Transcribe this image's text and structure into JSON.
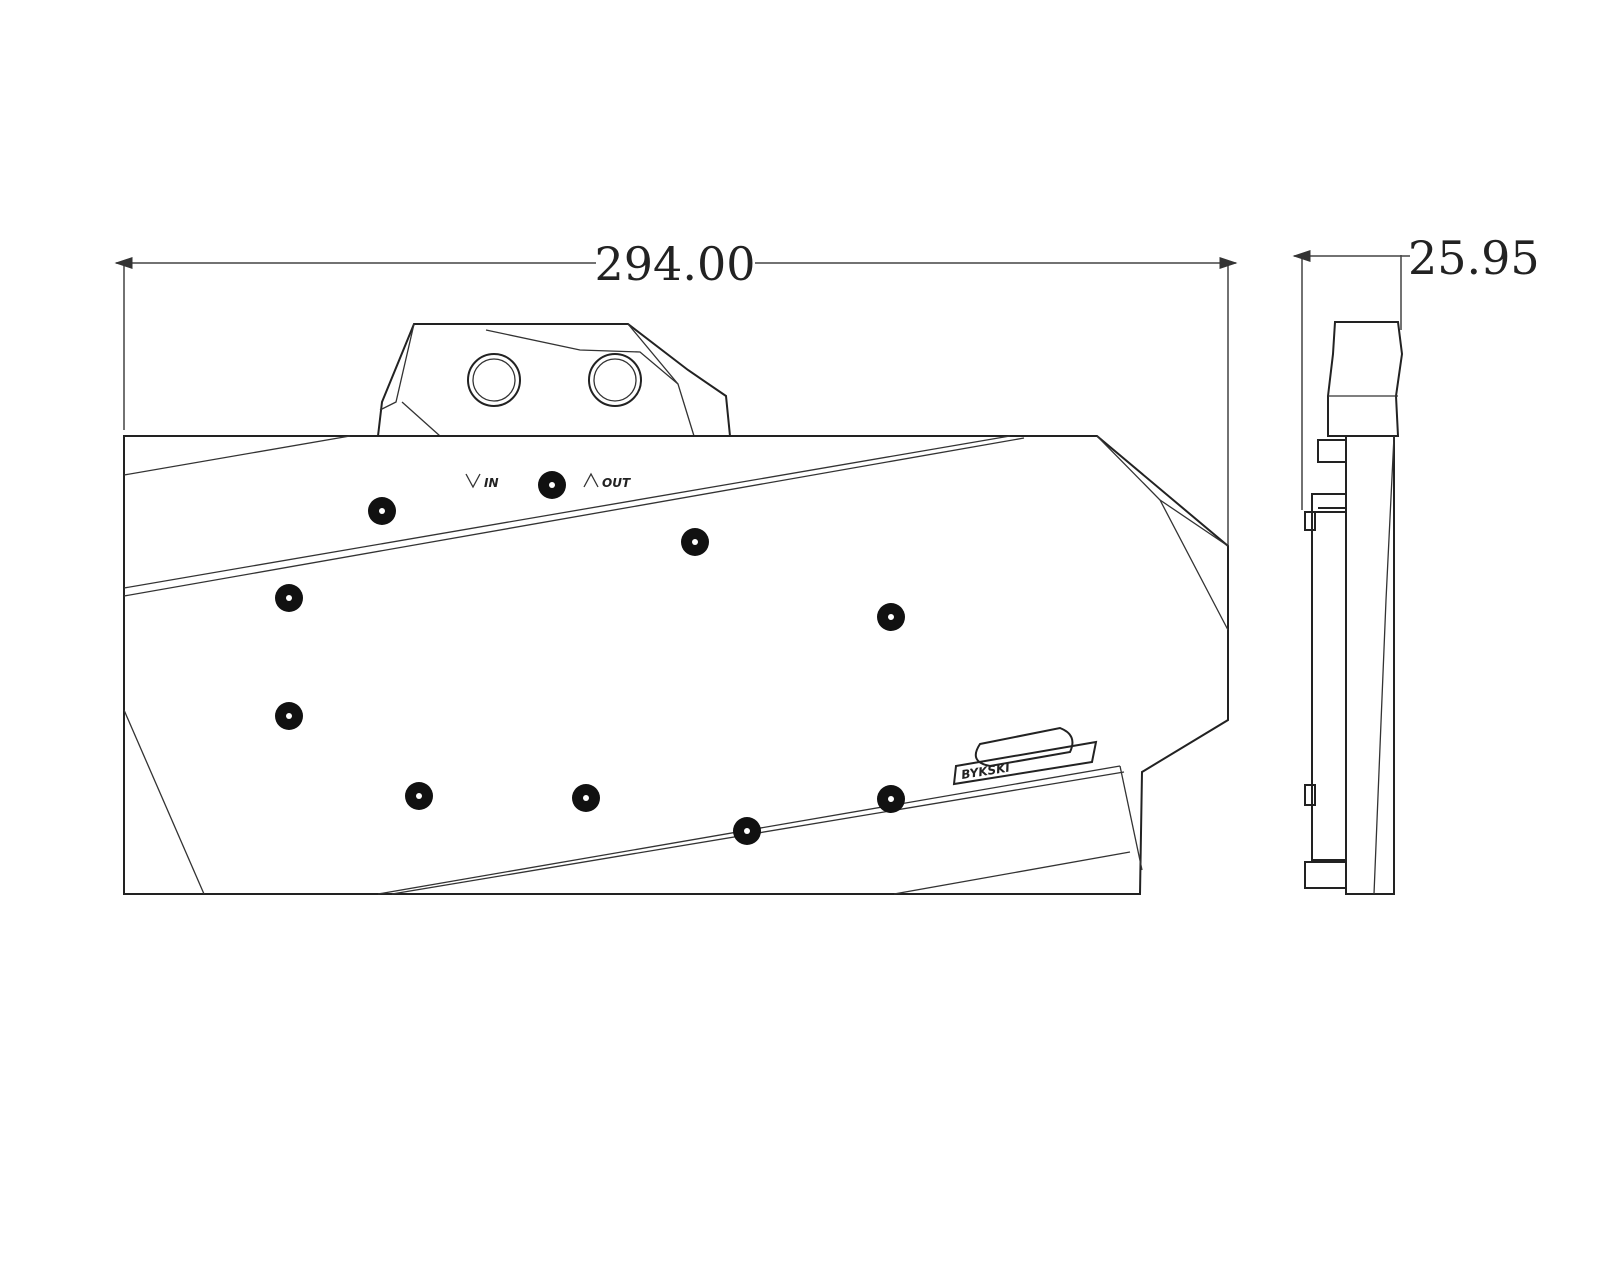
{
  "drawing": {
    "front_view": {
      "width_dimension": "294.00",
      "port_labels": {
        "inlet": "IN",
        "outlet": "OUT"
      },
      "logo_text": "BYKSKI"
    },
    "side_view": {
      "depth_dimension": "25.95"
    }
  }
}
